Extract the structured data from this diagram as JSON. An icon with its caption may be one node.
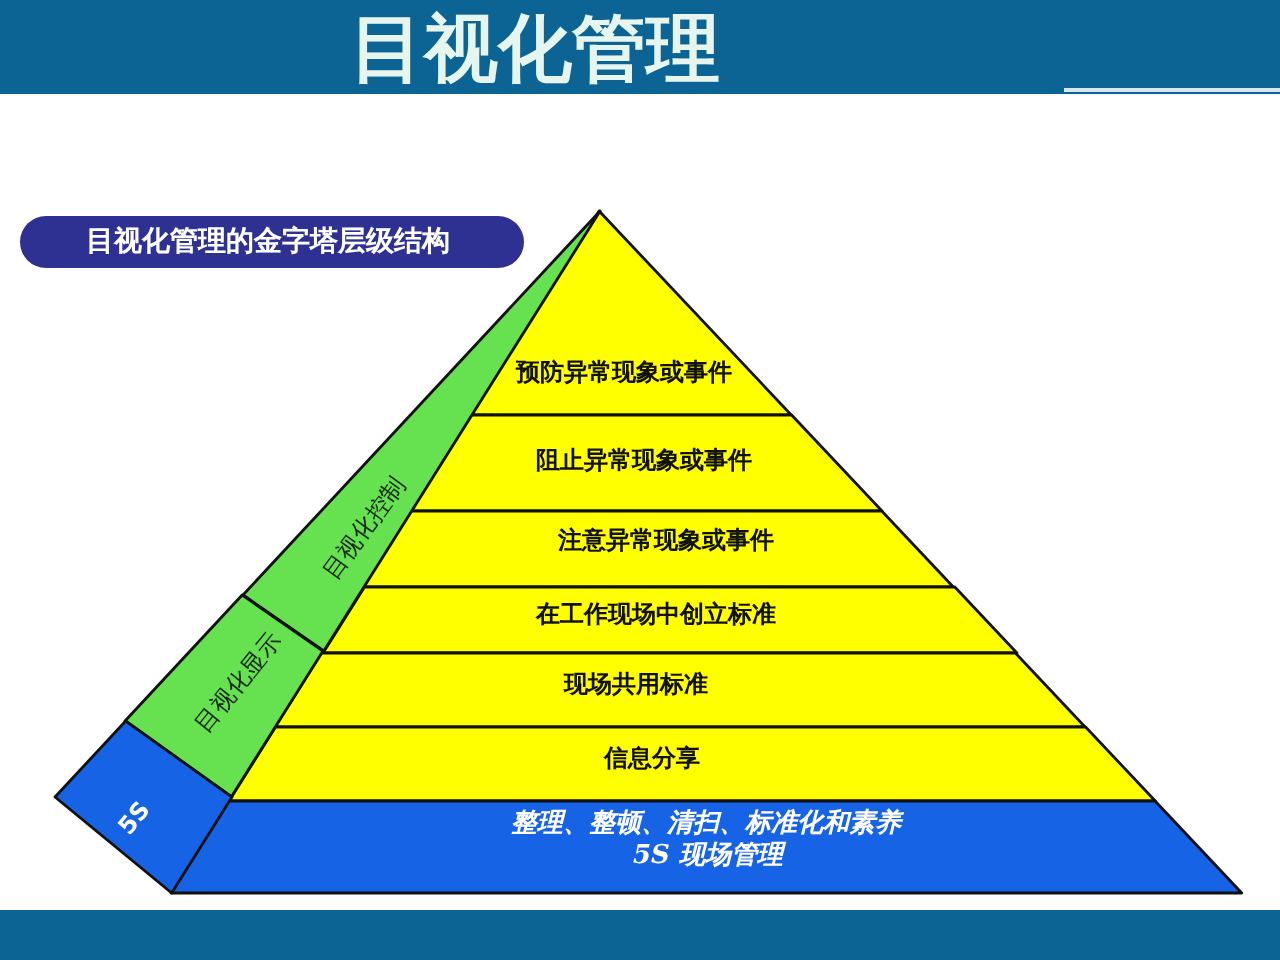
{
  "diagram": {
    "title": "目视化管理",
    "nodes": [
      {
        "text": [
          "目视化管理的金字塔层级结构"
        ]
      },
      {
        "text": [
          "预防异常现象或事件"
        ]
      },
      {
        "text": [
          "阻止异常现象或事件"
        ]
      },
      {
        "text": [
          "注意异常现象或事件"
        ]
      },
      {
        "text": [
          "在工作现场中创立标准"
        ]
      },
      {
        "text": [
          "现场共用标准"
        ]
      },
      {
        "text": [
          "信息分享"
        ]
      },
      {
        "text": [
          "整理、整顿、清扫、标准化和素养",
          "5S 现场管理"
        ]
      },
      {
        "text": [
          "目视化控制"
        ]
      },
      {
        "text": [
          "目视化显示"
        ]
      },
      {
        "text": [
          "5S"
        ]
      }
    ]
  }
}
